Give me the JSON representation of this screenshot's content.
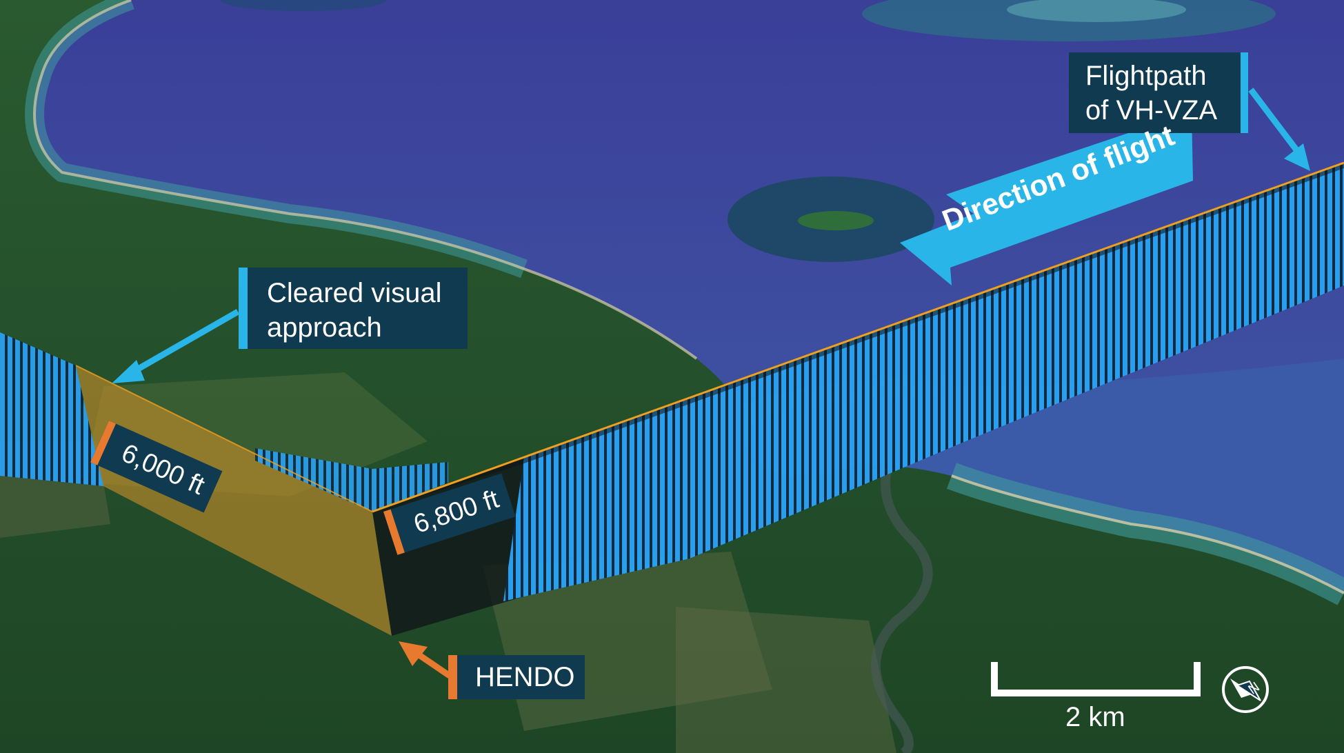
{
  "labels": {
    "flightpath_line1": "Flightpath",
    "flightpath_line2": "of VH-VZA",
    "direction": "Direction of flight",
    "cleared_line1": "Cleared visual",
    "cleared_line2": "approach",
    "altitude_1": "6,000 ft",
    "altitude_2": "6,800 ft",
    "waypoint": "HENDO"
  },
  "scale_bar": {
    "label": "2 km"
  },
  "icons": {
    "north_arrow": "compass-north-icon"
  },
  "colors": {
    "flightpath": "#29b5e8",
    "label_background": "#0f3a4f",
    "waypoint_marker": "#e87a30",
    "highlight_edge": "#f0a020"
  }
}
